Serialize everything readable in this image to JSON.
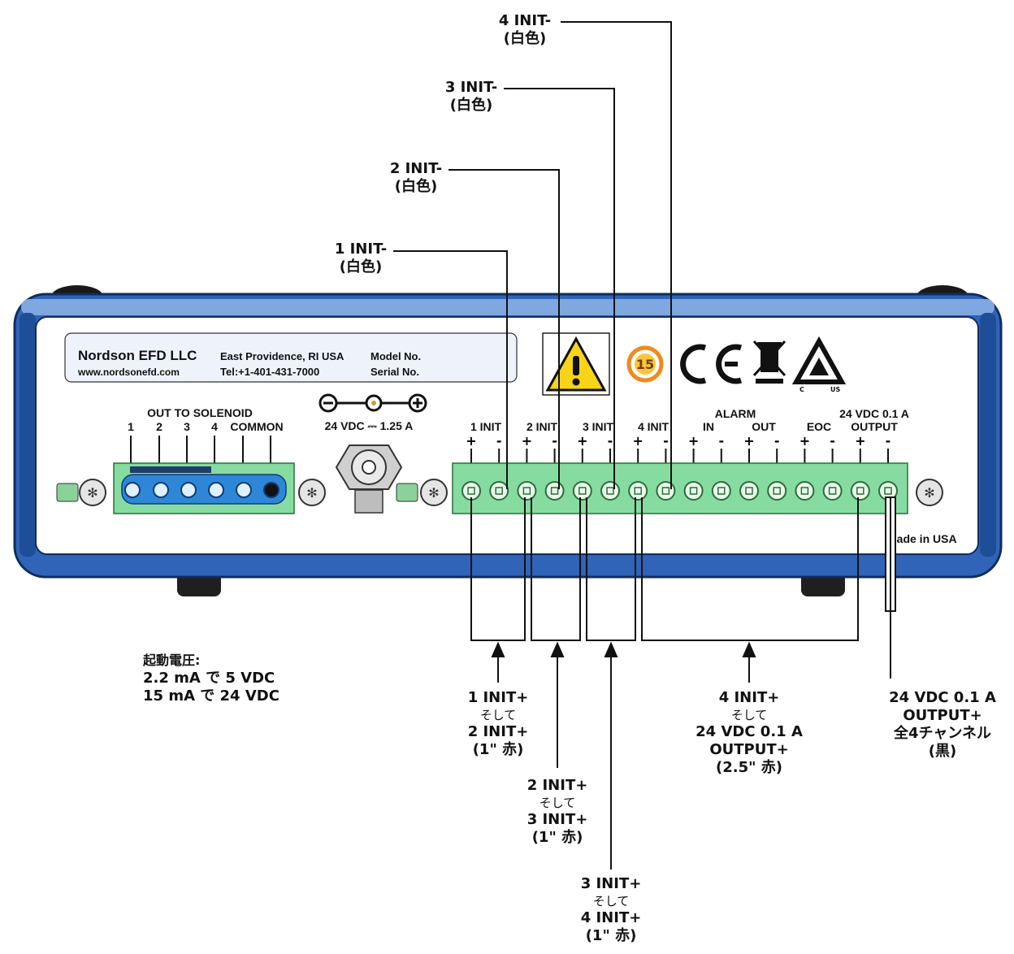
{
  "colors": {
    "chassis_blue": "#2f64b8",
    "chassis_light": "#7fa7e0",
    "panel_white": "#ffffff",
    "connector_green": "#86dca0",
    "terminal_blue": "#2e87d6",
    "warning_yellow": "#f7d417",
    "rohs_orange": "#f08a1c"
  },
  "label_panel": {
    "company": "Nordson EFD LLC",
    "website": "www.nordsonefd.com",
    "location": "East Providence, RI USA",
    "phone": "Tel:+1-401-431-7000",
    "model": "Model No.",
    "serial": "Serial No."
  },
  "icons": [
    "warning-icon",
    "rohs-15-icon",
    "ce-mark-icon",
    "weee-bin-icon",
    "csa-us-icon"
  ],
  "rohs_number": "15",
  "solenoid": {
    "title": "OUT TO SOLENOID",
    "pins": [
      "1",
      "2",
      "3",
      "4",
      "COMMON"
    ]
  },
  "power": {
    "minus": "⊖",
    "plus": "⊕",
    "rating_prefix": "24 VDC",
    "rating_symbol": "⎓",
    "rating_suffix": "1.25 A"
  },
  "io_header": {
    "groups": [
      "1 INIT",
      "2 INIT",
      "3 INIT",
      "4 INIT",
      "IN",
      "OUT",
      "EOC",
      "OUTPUT"
    ],
    "alarm": "ALARM",
    "output_rating": "24 VDC 0.1 A",
    "polarity": [
      "+",
      "-"
    ]
  },
  "made_in": "Made in USA",
  "callouts_top": [
    {
      "label": "1 INIT-",
      "color": "(白色)"
    },
    {
      "label": "2 INIT-",
      "color": "(白色)"
    },
    {
      "label": "3 INIT-",
      "color": "(白色)"
    },
    {
      "label": "4 INIT-",
      "color": "(白色)"
    }
  ],
  "callouts_bottom": [
    {
      "line1": "1 INIT+",
      "and": "そして",
      "line2": "2 INIT+",
      "line3": "(1\" 赤)"
    },
    {
      "line1": "2 INIT+",
      "and": "そして",
      "line2": "3 INIT+",
      "line3": "(1\" 赤)"
    },
    {
      "line1": "3 INIT+",
      "and": "そして",
      "line2": "4 INIT+",
      "line3": "(1\" 赤)"
    },
    {
      "line1": "4 INIT+",
      "and": "そして",
      "line2": "24 VDC 0.1 A",
      "line3": "OUTPUT+",
      "line4": "(2.5\" 赤)"
    },
    {
      "line1": "24 VDC 0.1 A",
      "line2": "OUTPUT+",
      "line3": "全4チャンネル",
      "line4": "(黒)"
    }
  ],
  "voltage_note": {
    "title": "起動電圧:",
    "line1": "2.2 mA で 5 VDC",
    "line2": "15 mA で 24 VDC"
  }
}
